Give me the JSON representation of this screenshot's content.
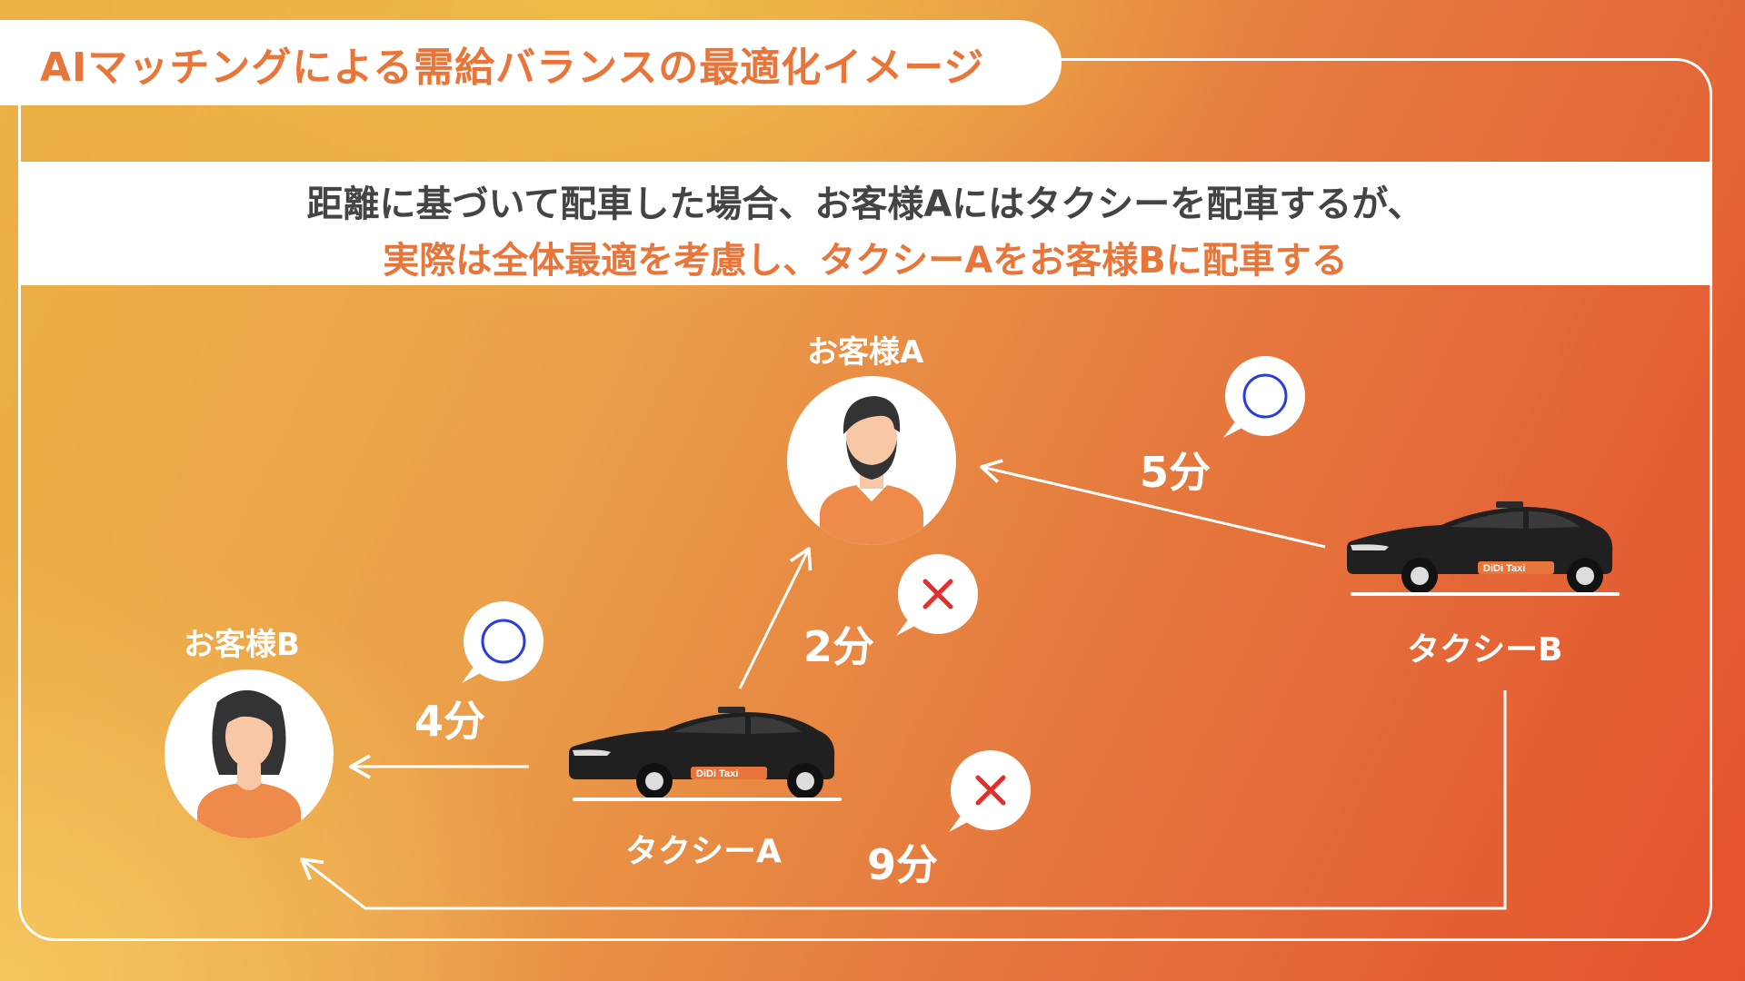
{
  "title": "AIマッチングによる需給バランスの最適化イメージ",
  "banner": {
    "line1": "距離に基づいて配車した場合、お客様Aにはタクシーを配車するが、",
    "line2": "実際は全体最適を考慮し、タクシーAをお客様Bに配車する"
  },
  "customers": {
    "a": "お客様A",
    "b": "お客様B"
  },
  "taxis": {
    "a": "タクシーA",
    "b": "タクシーB",
    "brand": "DiDi Taxi"
  },
  "times": {
    "b_to_a": "5分",
    "a_to_a": "2分",
    "a_to_b": "4分",
    "b_to_b": "9分"
  },
  "marks": {
    "good": "◯",
    "bad": "✕"
  },
  "colors": {
    "accent": "#e8763a",
    "good": "#2b3fd6",
    "bad": "#e0302b",
    "shirt": "#ee8a4a",
    "hair": "#333333"
  }
}
